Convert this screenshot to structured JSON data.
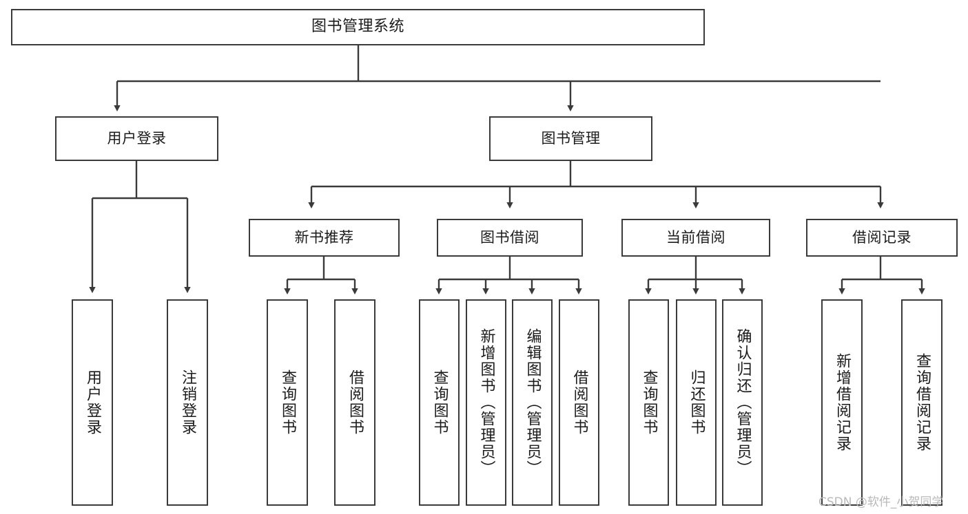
{
  "diagram": {
    "type": "tree",
    "title": "图书管理系统",
    "style": {
      "box_border": "#3a3a3a",
      "box_fill": "#ffffff",
      "edge_color": "#3a3a3a",
      "text_color": "#1b1b1b",
      "background": "#ffffff"
    },
    "root": {
      "label": "图书管理系统"
    },
    "level2": [
      {
        "label": "用户登录"
      },
      {
        "label": "图书管理"
      }
    ],
    "level3": [
      {
        "label": "新书推荐"
      },
      {
        "label": "图书借阅"
      },
      {
        "label": "当前借阅"
      },
      {
        "label": "借阅记录"
      }
    ],
    "leaves": {
      "user_login": [
        {
          "label": "用户登录"
        },
        {
          "label": "注销登录"
        }
      ],
      "new_book": [
        {
          "label": "查询图书"
        },
        {
          "label": "借阅图书"
        }
      ],
      "book_borrow": [
        {
          "label": "查询图书"
        },
        {
          "label": "新增图书（管理员）"
        },
        {
          "label": "编辑图书（管理员）"
        },
        {
          "label": "借阅图书"
        }
      ],
      "current_borrow": [
        {
          "label": "查询图书"
        },
        {
          "label": "归还图书"
        },
        {
          "label": "确认归还（管理员）"
        }
      ],
      "borrow_record": [
        {
          "label": "新增借阅记录"
        },
        {
          "label": "查询借阅记录"
        }
      ]
    }
  },
  "watermark": {
    "text": "CSDN @软件_小贺同学"
  }
}
